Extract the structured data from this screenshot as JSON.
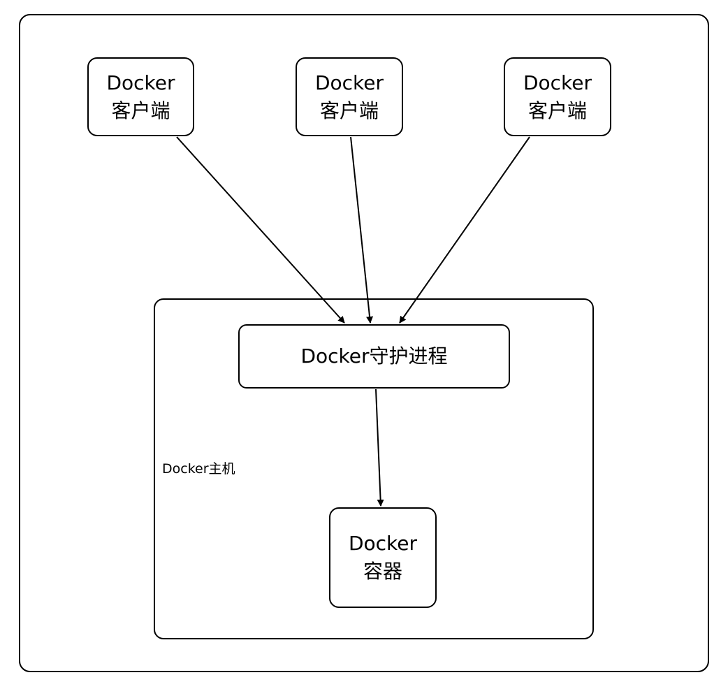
{
  "clients": [
    {
      "line1": "Docker",
      "line2": "客户端"
    },
    {
      "line1": "Docker",
      "line2": "客户端"
    },
    {
      "line1": "Docker",
      "line2": "客户端"
    }
  ],
  "daemon": {
    "label": "Docker守护进程"
  },
  "container": {
    "line1": "Docker",
    "line2": "容器"
  },
  "host": {
    "label": "Docker主机"
  },
  "edges": [
    {
      "from": "clients.0",
      "to": "daemon"
    },
    {
      "from": "clients.1",
      "to": "daemon"
    },
    {
      "from": "clients.2",
      "to": "daemon"
    },
    {
      "from": "daemon",
      "to": "container"
    }
  ],
  "colors": {
    "stroke": "#000000",
    "fill": "#ffffff"
  }
}
